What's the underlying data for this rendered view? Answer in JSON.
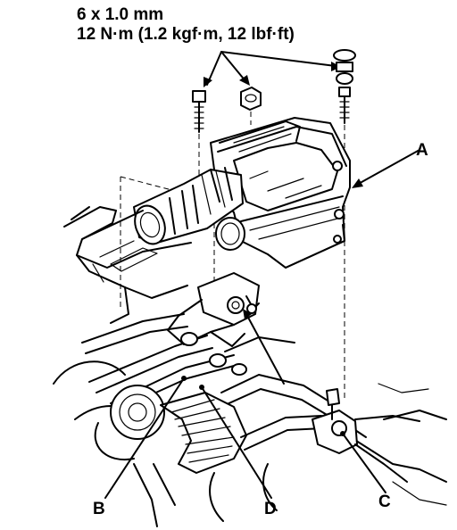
{
  "fastener_spec": {
    "size": "6 x 1.0 mm",
    "torque": "12 N·m (1.2 kgf·m, 12 lbf·ft)"
  },
  "callouts": {
    "a": "A",
    "b": "B",
    "c": "C",
    "d": "D"
  }
}
